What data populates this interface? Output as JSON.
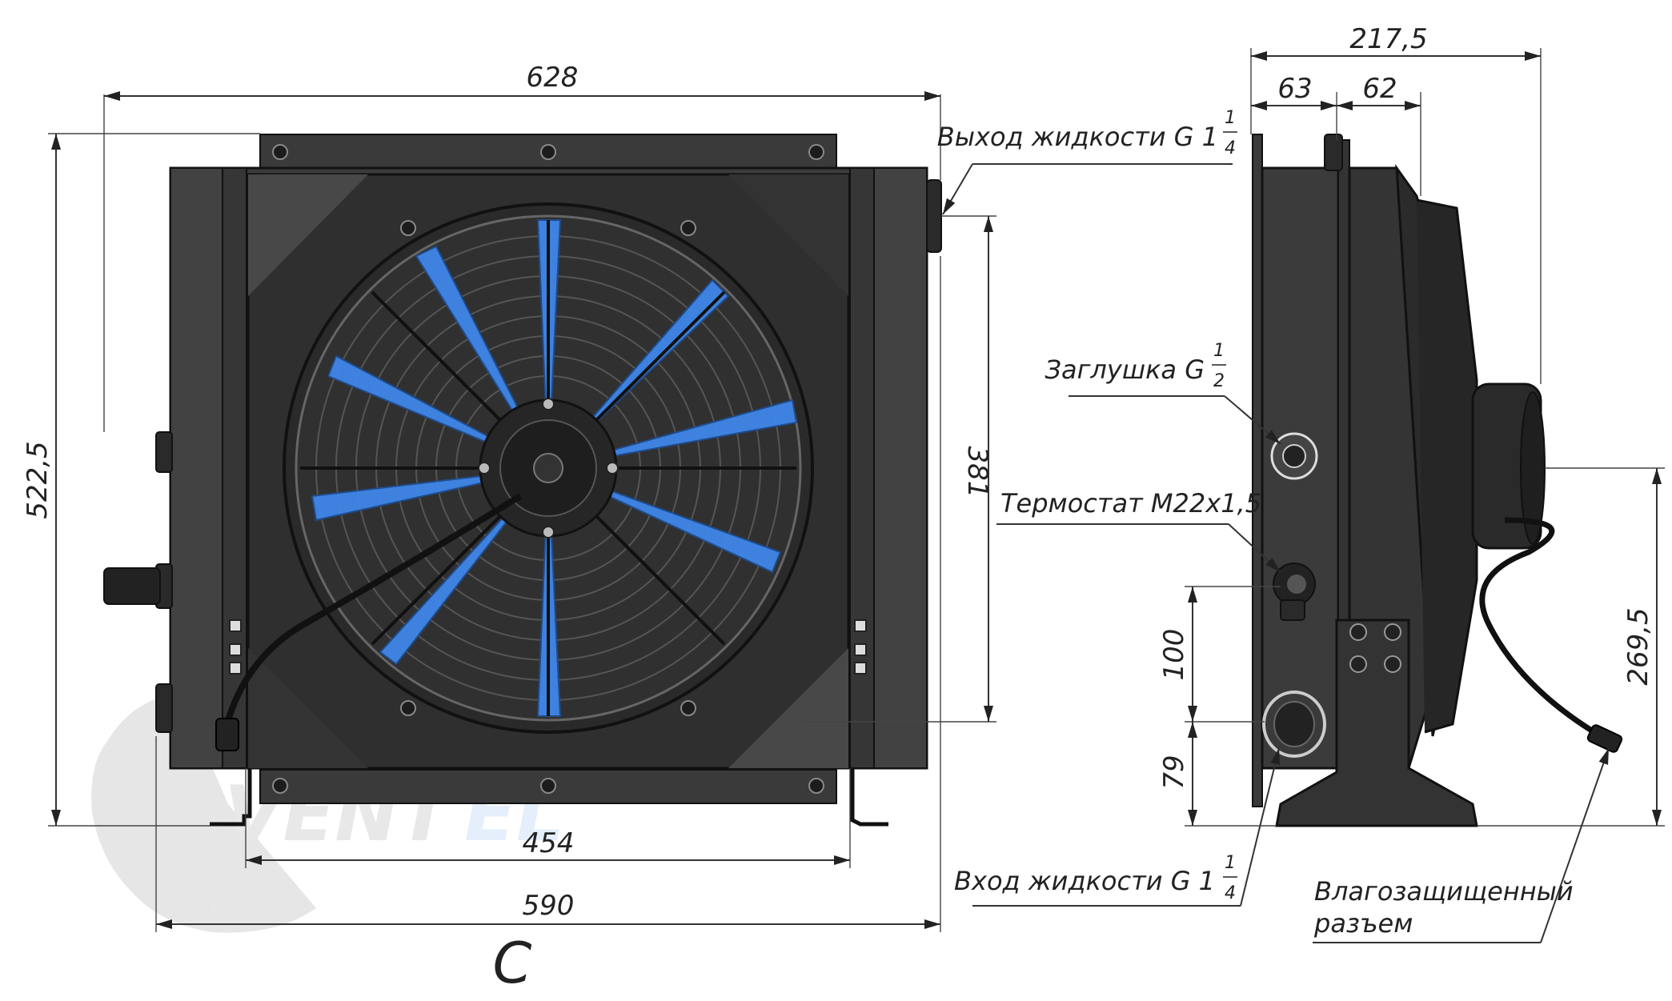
{
  "front_view": {
    "dim_overall_width": "628",
    "dim_overall_height": "522,5",
    "dim_fan_side": "381",
    "dim_inner_width": "454",
    "dim_mount_width": "590",
    "view_letter": "C"
  },
  "side_view": {
    "dim_depth_total": "217,5",
    "dim_depth_a": "63",
    "dim_depth_b": "62",
    "dim_v1": "100",
    "dim_v2": "79",
    "dim_height_axis": "269,5"
  },
  "callouts": {
    "outlet": {
      "text": "Выход жидкости G 1",
      "num": "1",
      "den": "4"
    },
    "plug": {
      "text": "Заглушка G",
      "num": "1",
      "den": "2"
    },
    "thermostat": {
      "text": "Термостат M22x1,5"
    },
    "inlet": {
      "text": "Вход жидкости G 1",
      "num": "1",
      "den": "4"
    },
    "connector_line1": "Влагозащищенный",
    "connector_line2": "разъем"
  },
  "colors": {
    "body": "#3c3c3c",
    "body_dark": "#2a2a2a",
    "blade_blue": "#3f86e8",
    "watermark": "#e6e6e6"
  }
}
